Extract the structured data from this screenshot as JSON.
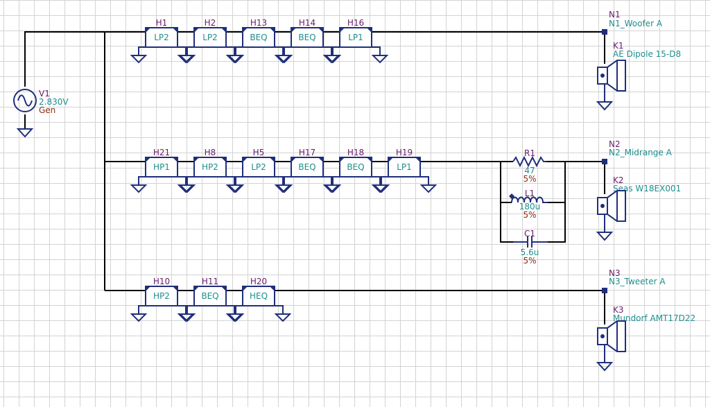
{
  "generator": {
    "ref": "V1",
    "value": "2.830V",
    "name": "Gen"
  },
  "filter_blocks": [
    {
      "ref": "H1",
      "type": "LP2"
    },
    {
      "ref": "H2",
      "type": "LP2"
    },
    {
      "ref": "H13",
      "type": "BEQ"
    },
    {
      "ref": "H14",
      "type": "BEQ"
    },
    {
      "ref": "H16",
      "type": "LP1"
    },
    {
      "ref": "H21",
      "type": "HP1"
    },
    {
      "ref": "H8",
      "type": "HP2"
    },
    {
      "ref": "H5",
      "type": "LP2"
    },
    {
      "ref": "H17",
      "type": "BEQ"
    },
    {
      "ref": "H18",
      "type": "BEQ"
    },
    {
      "ref": "H19",
      "type": "LP1"
    },
    {
      "ref": "H10",
      "type": "HP2"
    },
    {
      "ref": "H11",
      "type": "BEQ"
    },
    {
      "ref": "H20",
      "type": "HEQ"
    }
  ],
  "components": {
    "resistor": {
      "ref": "R1",
      "value": "47",
      "tolerance": "5%"
    },
    "inductor": {
      "ref": "L1",
      "value": "180u",
      "tolerance": "5%"
    },
    "capacitor": {
      "ref": "C1",
      "value": "5.6u",
      "tolerance": "5%"
    }
  },
  "nodes": [
    {
      "ref": "N1",
      "label": "N1_Woofer A"
    },
    {
      "ref": "N2",
      "label": "N2_Midrange A"
    },
    {
      "ref": "N3",
      "label": "N3_Tweeter A"
    }
  ],
  "drivers": [
    {
      "ref": "K1",
      "name": "AE Dipole 15-D8"
    },
    {
      "ref": "K2",
      "name": "Seas W18EX001"
    },
    {
      "ref": "K3",
      "name": "Mundorf AMT17D22"
    }
  ],
  "colors": {
    "wire": "#000000",
    "symbol": "#1f2f7a",
    "reference": "#6a1a6a",
    "value": "#1e8d8d",
    "tolerance": "#8b2c14",
    "grid": "#d3d3d3"
  }
}
